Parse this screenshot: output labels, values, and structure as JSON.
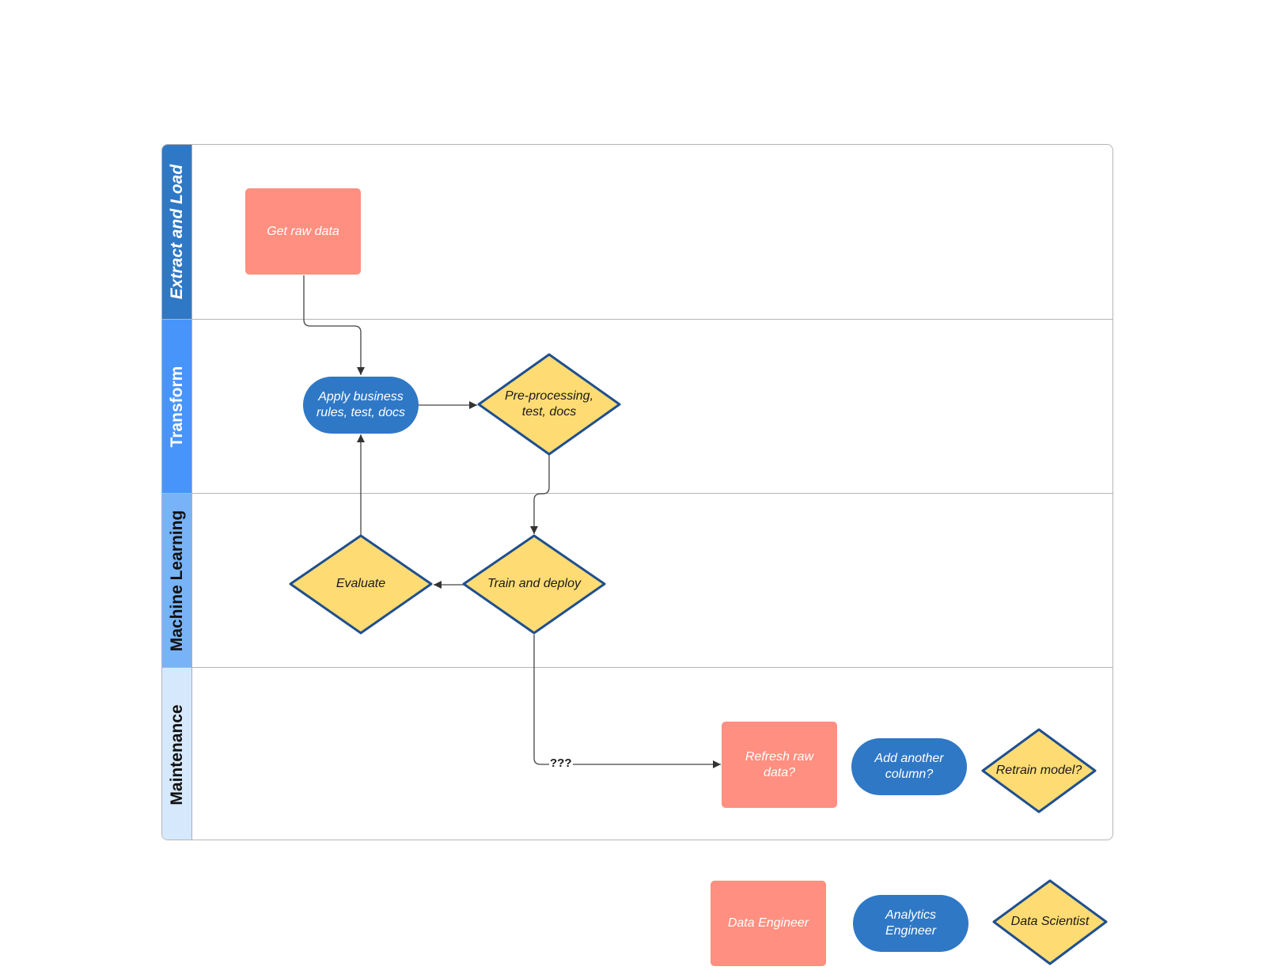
{
  "colors": {
    "data_engineer": "#ff8f80",
    "analytics_engineer": "#2f78c6",
    "data_scientist": "#fedc73",
    "diamond_border": "#1f4f8f",
    "lane_extract": "#2f78c6",
    "lane_transform": "#4795fb",
    "lane_ml": "#78b3f7",
    "lane_maintenance": "#d6e8fb"
  },
  "lanes": [
    {
      "label": "Extract and Load",
      "italic": true
    },
    {
      "label": "Transform",
      "italic": false
    },
    {
      "label": "Machine Learning",
      "italic": false
    },
    {
      "label": "Maintenance",
      "italic": false
    }
  ],
  "nodes": {
    "get_raw_data": "Get raw data",
    "apply_business_rules": "Apply business rules, test, docs",
    "preprocessing": "Pre-processing, test, docs",
    "evaluate": "Evaluate",
    "train_deploy": "Train and deploy",
    "refresh_raw_data": "Refresh raw data?",
    "add_column": "Add another column?",
    "retrain_model": "Retrain model?"
  },
  "edge_labels": {
    "unknown": "???"
  },
  "legend": {
    "data_engineer": "Data Engineer",
    "analytics_engineer": "Analytics Engineer",
    "data_scientist": "Data Scientist"
  }
}
